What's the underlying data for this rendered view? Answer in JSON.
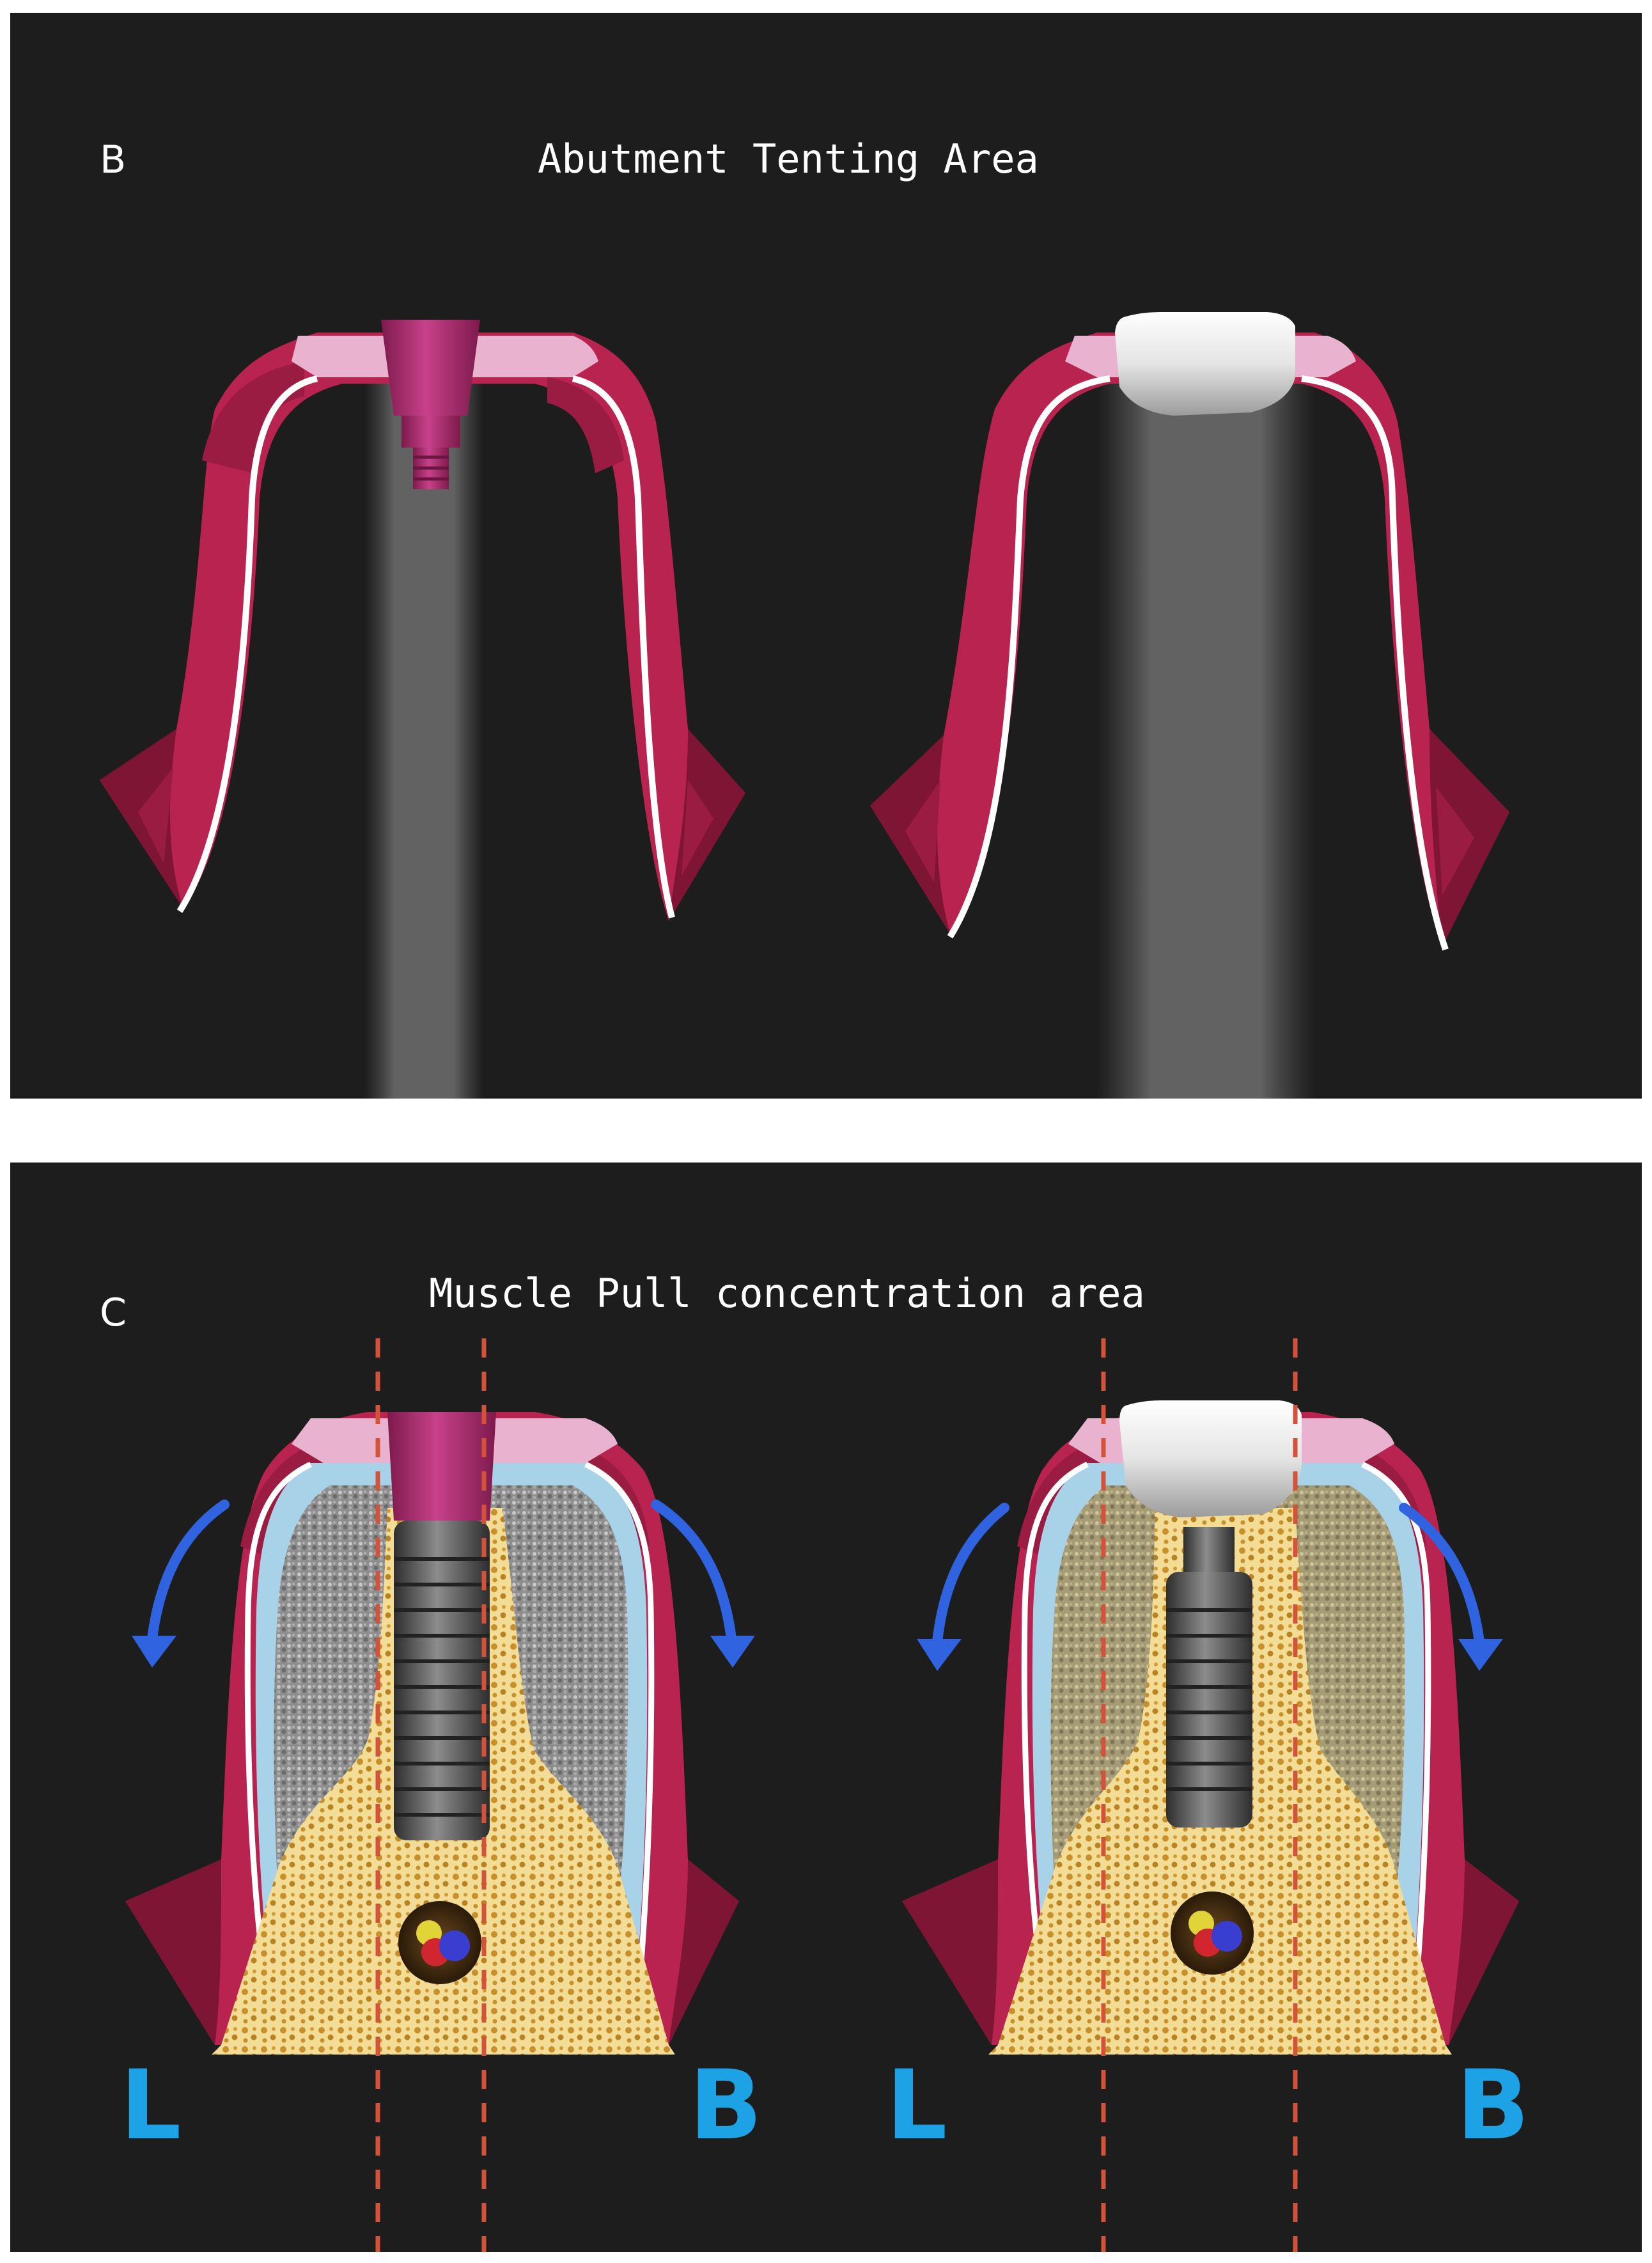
{
  "panel_b": {
    "letter": "B",
    "title": "Abutment Tenting Area"
  },
  "panel_c": {
    "letter": "C",
    "title": "Muscle Pull concentration area",
    "side_labels": [
      "L",
      "B",
      "L",
      "B"
    ]
  },
  "colors": {
    "background": "#1d1d1d",
    "muscle": "#b8234f",
    "muscle_dark": "#7e1535",
    "attached_gingiva": "#e9b3cf",
    "abutment_pink": "#b32f74",
    "bone": "#f2dc96",
    "periosteum": "#a8d2e8",
    "dashed_line": "#d2533a",
    "label_blue": "#1ea2e6",
    "arrow_blue": "#2f63e0"
  }
}
